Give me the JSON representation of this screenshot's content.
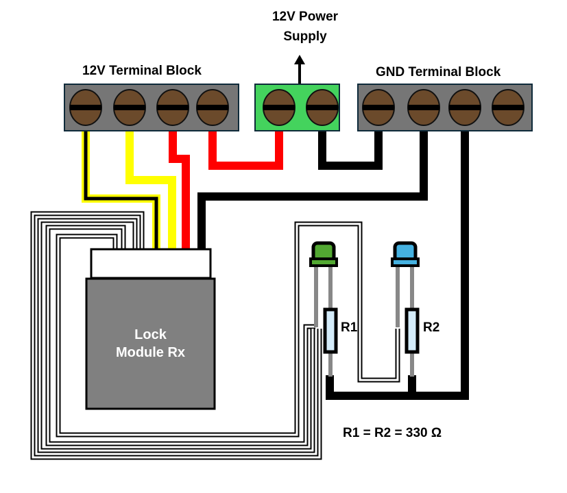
{
  "labels": {
    "power_supply_line1": "12V Power",
    "power_supply_line2": "Supply",
    "terminal_12v": "12V Terminal Block",
    "terminal_gnd": "GND Terminal Block",
    "module_line1": "Lock",
    "module_line2": "Module Rx",
    "r1": "R1",
    "r2": "R2",
    "resistor_note": "R1 = R2 = 330 Ω"
  },
  "colors": {
    "terminal_gray": "#767676",
    "supply_green": "#44d35d",
    "screw_brown": "#6b4a2b",
    "wire_red": "#ff0000",
    "wire_yellow": "#ffff00",
    "wire_black": "#000000",
    "module_gray": "#808080",
    "led_green": "#52a832",
    "led_blue": "#45b1e0",
    "resistor_fill": "#d4ecfa",
    "lead_gray": "#888888"
  }
}
